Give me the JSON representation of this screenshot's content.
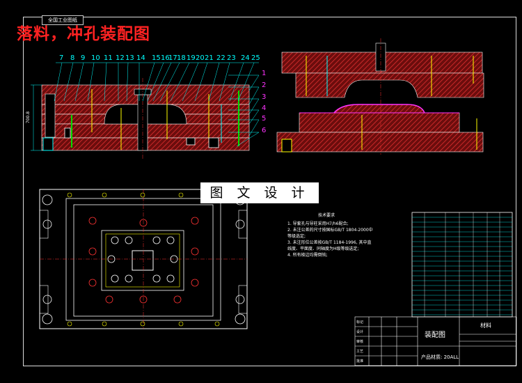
{
  "title": "落料，冲孔装配图",
  "top_tag": "全国工业图纸",
  "watermark": "图 文 设 计",
  "balloons_top": [
    "7",
    "8",
    "9",
    "10",
    "11",
    "12",
    "13",
    "14",
    "15",
    "16",
    "17",
    "18",
    "19",
    "20",
    "21",
    "22",
    "23",
    "24",
    "25"
  ],
  "balloons_right": [
    "1",
    "2",
    "3",
    "4",
    "5",
    "6"
  ],
  "dimension_label": "700.8",
  "technical_notes": {
    "heading": "技术要求",
    "items": [
      "1. 导套孔与导柱采用H7/h6配合;",
      "2. 未注公差的尺寸按国标GB/T 1804-2000中",
      "   等级选定;",
      "3. 未注形位公差按GB/T 1184-1996, 其中直",
      "   线度、平面度、同轴度为H级等级选定;",
      "4. 所有棱边均需倒钝;"
    ]
  },
  "title_block": {
    "drawing_name": "装配图",
    "material_label": "材料",
    "product_material": "产品材质: 20ALL",
    "rows": [
      "标记",
      "设计",
      "审核",
      "工艺",
      "批准"
    ]
  },
  "colors": {
    "red": "#ff2222",
    "hatch": "#b22222",
    "cyan": "#00ffff",
    "yellow": "#ffff00",
    "green": "#00dd00",
    "magenta": "#ff33ff",
    "white": "#ffffff"
  }
}
